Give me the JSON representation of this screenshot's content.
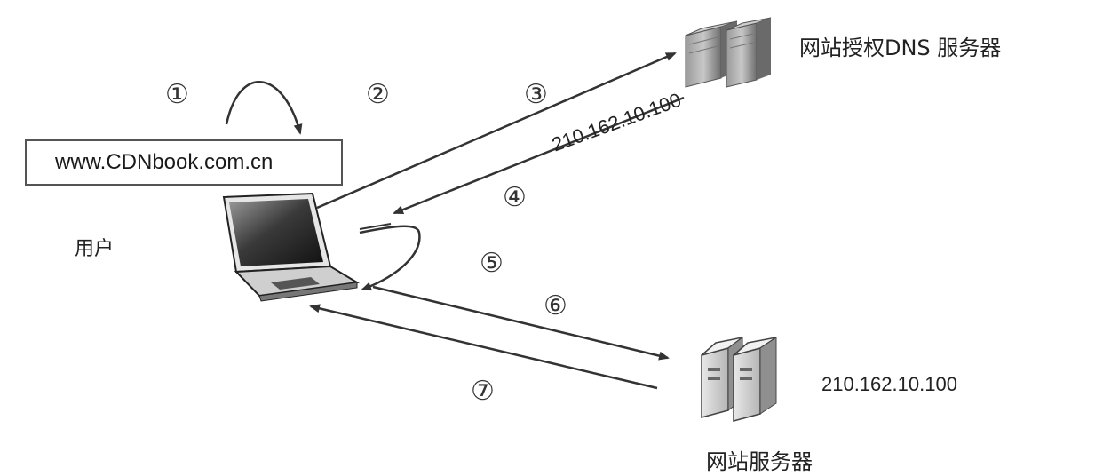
{
  "url_box": {
    "text": "www.CDNbook.com.cn"
  },
  "labels": {
    "user": "用户",
    "dns_server": "网站授权DNS 服务器",
    "web_server": "网站服务器",
    "dns_reply_ip": "210.162.10.100",
    "web_server_ip": "210.162.10.100"
  },
  "steps": [
    "①",
    "②",
    "③",
    "④",
    "⑤",
    "⑥",
    "⑦"
  ],
  "icons": {
    "laptop": "laptop-icon",
    "dns_server": "server-rack-icon",
    "web_server": "server-tower-icon"
  },
  "colors": {
    "line": "#333333",
    "text": "#222222"
  }
}
